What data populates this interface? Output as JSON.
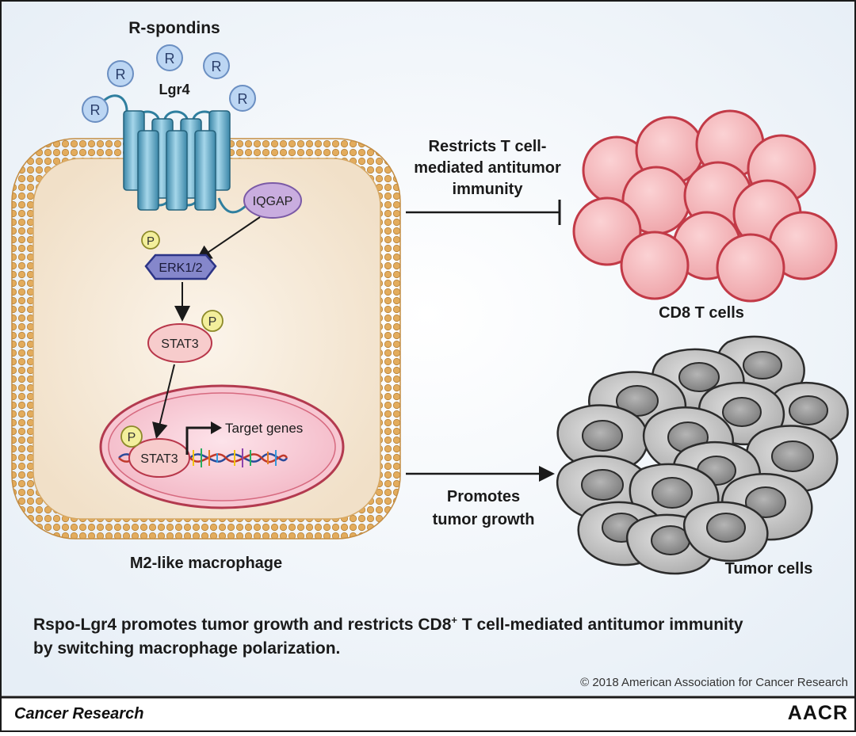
{
  "ligand": {
    "title": "R-spondins",
    "symbol": "R"
  },
  "receptor": {
    "label": "Lgr4"
  },
  "pathway": {
    "iqgap": "IQGAP",
    "erk": "ERK1/2",
    "stat3_cytoplasm": "STAT3",
    "stat3_nucleus": "STAT3",
    "phospho": "P",
    "target_genes": "Target genes"
  },
  "cell_label": "M2-like macrophage",
  "effects": {
    "restrict_line1": "Restricts T cell-",
    "restrict_line2": "mediated antitumor",
    "restrict_line3": "immunity",
    "promote_line1": "Promotes",
    "promote_line2": "tumor growth"
  },
  "targets": {
    "cd8_label": "CD8 T cells",
    "tumor_label": "Tumor cells"
  },
  "caption": {
    "part1": "Rspo-Lgr4 promotes tumor growth and restricts CD8",
    "sup": "+",
    "part2": " T cell-mediated antitumor immunity",
    "line2": "by switching macrophage polarization."
  },
  "footer": {
    "copyright": "© 2018 American Association for Cancer Research",
    "journal": "Cancer Research",
    "logo": "AACR"
  },
  "colors": {
    "frame": "#1a1a1a",
    "panel_bg": "#eef3f8",
    "membrane": "#d9a455",
    "cytoplasm": "#f6eadb",
    "receptor": "#5aa5c4",
    "ligand": "#b9d4f2",
    "iqgap": "#c4a8e2",
    "erk": "#8083c9",
    "stat3": "#f6c8c8",
    "phospho": "#f2ee9a",
    "nucleus": "#f7c9d3",
    "t_cell": "#f4b4b8",
    "t_cell_edge": "#c23a47",
    "tumor_cell": "#bfbfbf",
    "tumor_nucleus": "#8f8f8f"
  }
}
